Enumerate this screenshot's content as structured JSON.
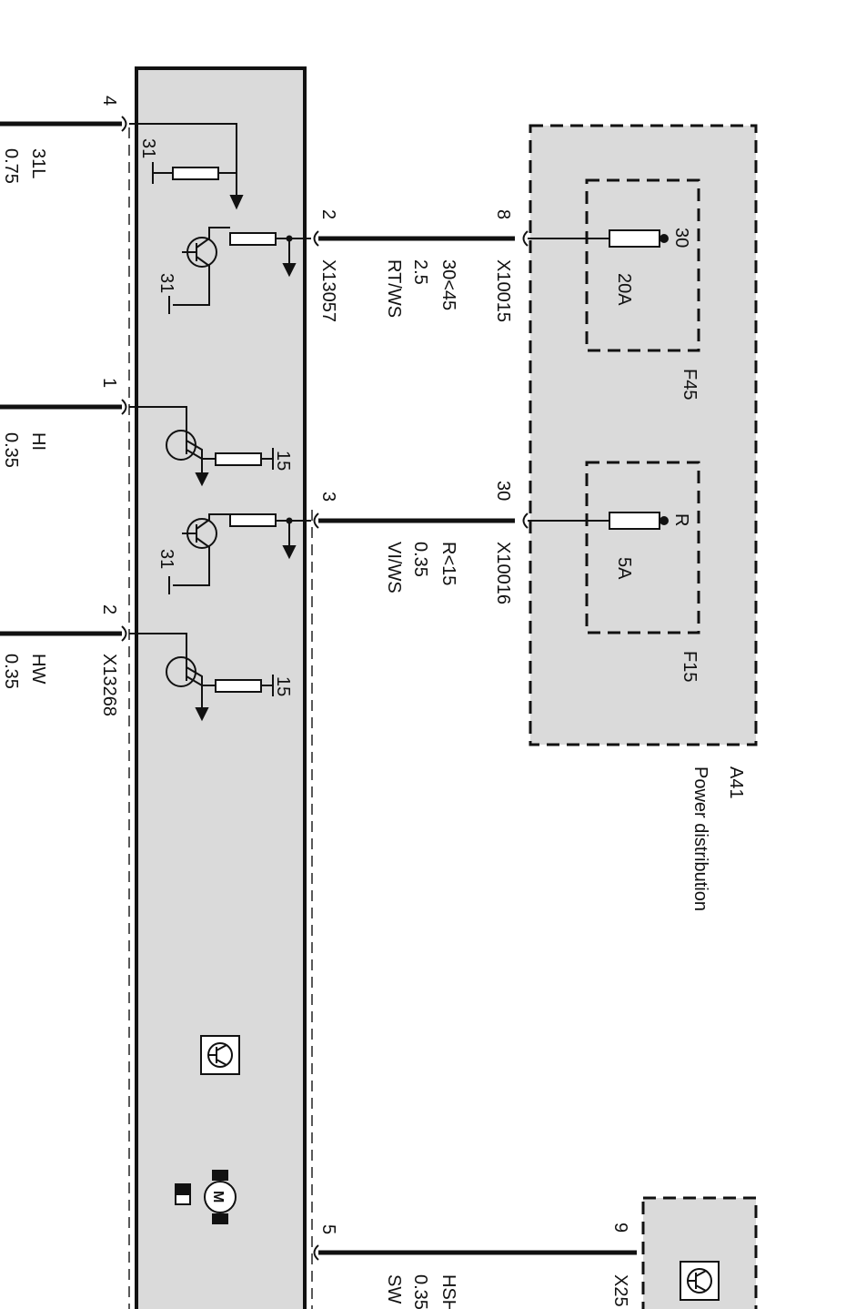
{
  "colors": {
    "module_fill": "#dadada",
    "line": "#111111",
    "dash": "#222222",
    "fuse_fill": "#ffffff"
  },
  "module": {
    "pins": {
      "p4": "4",
      "p1": "1",
      "p2": "2",
      "p2_right": "2",
      "p3_right": "3",
      "p5_right": "5"
    },
    "ground_labels": {
      "g1": "31",
      "g2": "31",
      "g3": "31"
    },
    "supply_labels": {
      "s1": "15",
      "s2": "15"
    },
    "connectors": {
      "left": "X13268",
      "right": "X13057"
    },
    "icons": [
      "transistor-box-icon",
      "motor-icon"
    ]
  },
  "wires": {
    "left": [
      {
        "id": "31L",
        "name": "31L",
        "gauge": "0.75"
      },
      {
        "id": "HI",
        "name": "HI",
        "gauge": "0.35"
      },
      {
        "id": "HW",
        "name": "HW",
        "gauge": "0.35"
      }
    ],
    "right": [
      {
        "id": "w1",
        "circuit": "30<45",
        "gauge": "2.5",
        "color": "RT/WS",
        "pin": "8",
        "connector": "X10015"
      },
      {
        "id": "w2",
        "circuit": "R<15",
        "gauge": "0.35",
        "color": "VI/WS",
        "pin": "30",
        "connector": "X10016"
      },
      {
        "id": "w3",
        "circuit": "HSH",
        "gauge": "0.35",
        "color": "SW",
        "pin": "9",
        "connector": "X25"
      }
    ]
  },
  "power_distribution": {
    "id": "A41",
    "name": "Power distribution",
    "fuses": [
      {
        "id": "F45",
        "rating": "20A",
        "terminal": "30"
      },
      {
        "id": "F15",
        "rating": "5A",
        "terminal": "R"
      }
    ]
  }
}
